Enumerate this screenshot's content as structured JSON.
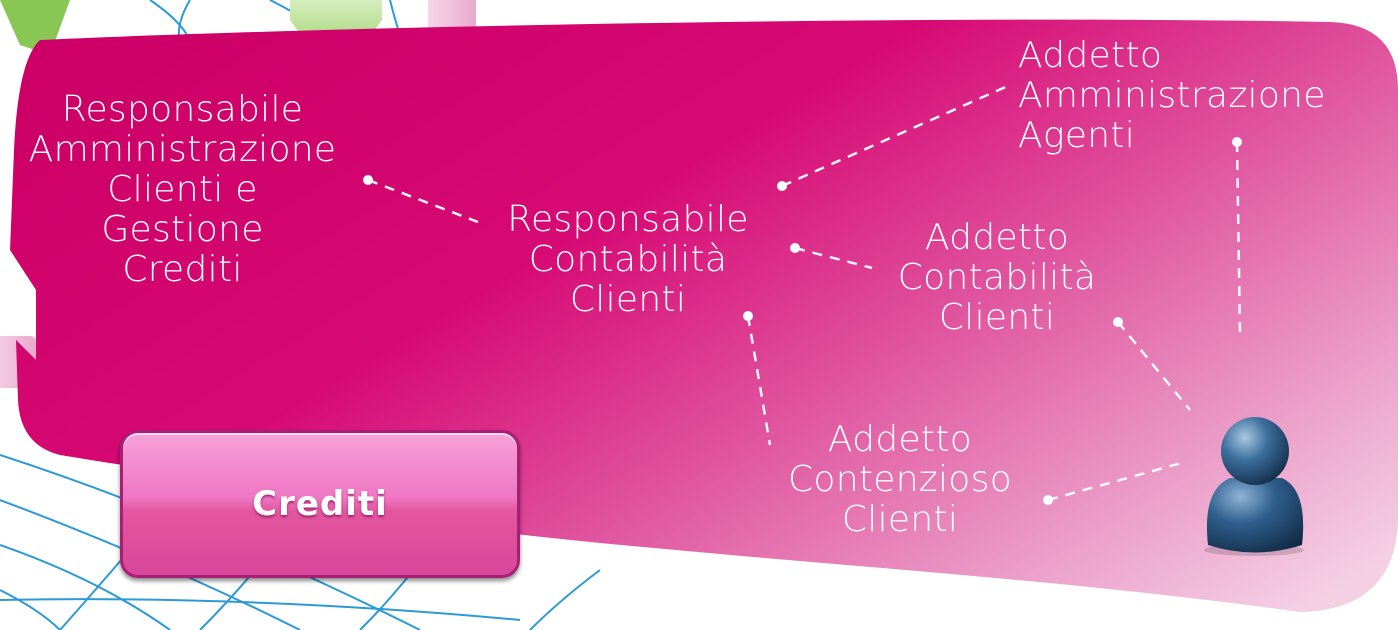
{
  "colors": {
    "panel_dark": "#d3006f",
    "panel_light": "#f3c9e2",
    "grid_line": "#2b9ad6",
    "arrow_green": "#8fcf4f",
    "user_icon": "#1f4f7a"
  },
  "nodes": {
    "responsabile_amministrazione": [
      "Responsabile",
      "Amministrazione",
      "Clienti e",
      "Gestione",
      "Crediti"
    ],
    "responsabile_contabilita": [
      "Responsabile",
      "Contabilità",
      "Clienti"
    ],
    "addetto_amministrazione_agenti": [
      "Addetto",
      "Amministrazione",
      "Agenti"
    ],
    "addetto_contabilita_clienti": [
      "Addetto",
      "Contabilità",
      "Clienti"
    ],
    "addetto_contenzioso_clienti": [
      "Addetto",
      "Contenzioso",
      "Clienti"
    ]
  },
  "button": {
    "label": "Crediti"
  },
  "icons": {
    "user": "user-icon",
    "arrow": "arrow-down-icon"
  }
}
